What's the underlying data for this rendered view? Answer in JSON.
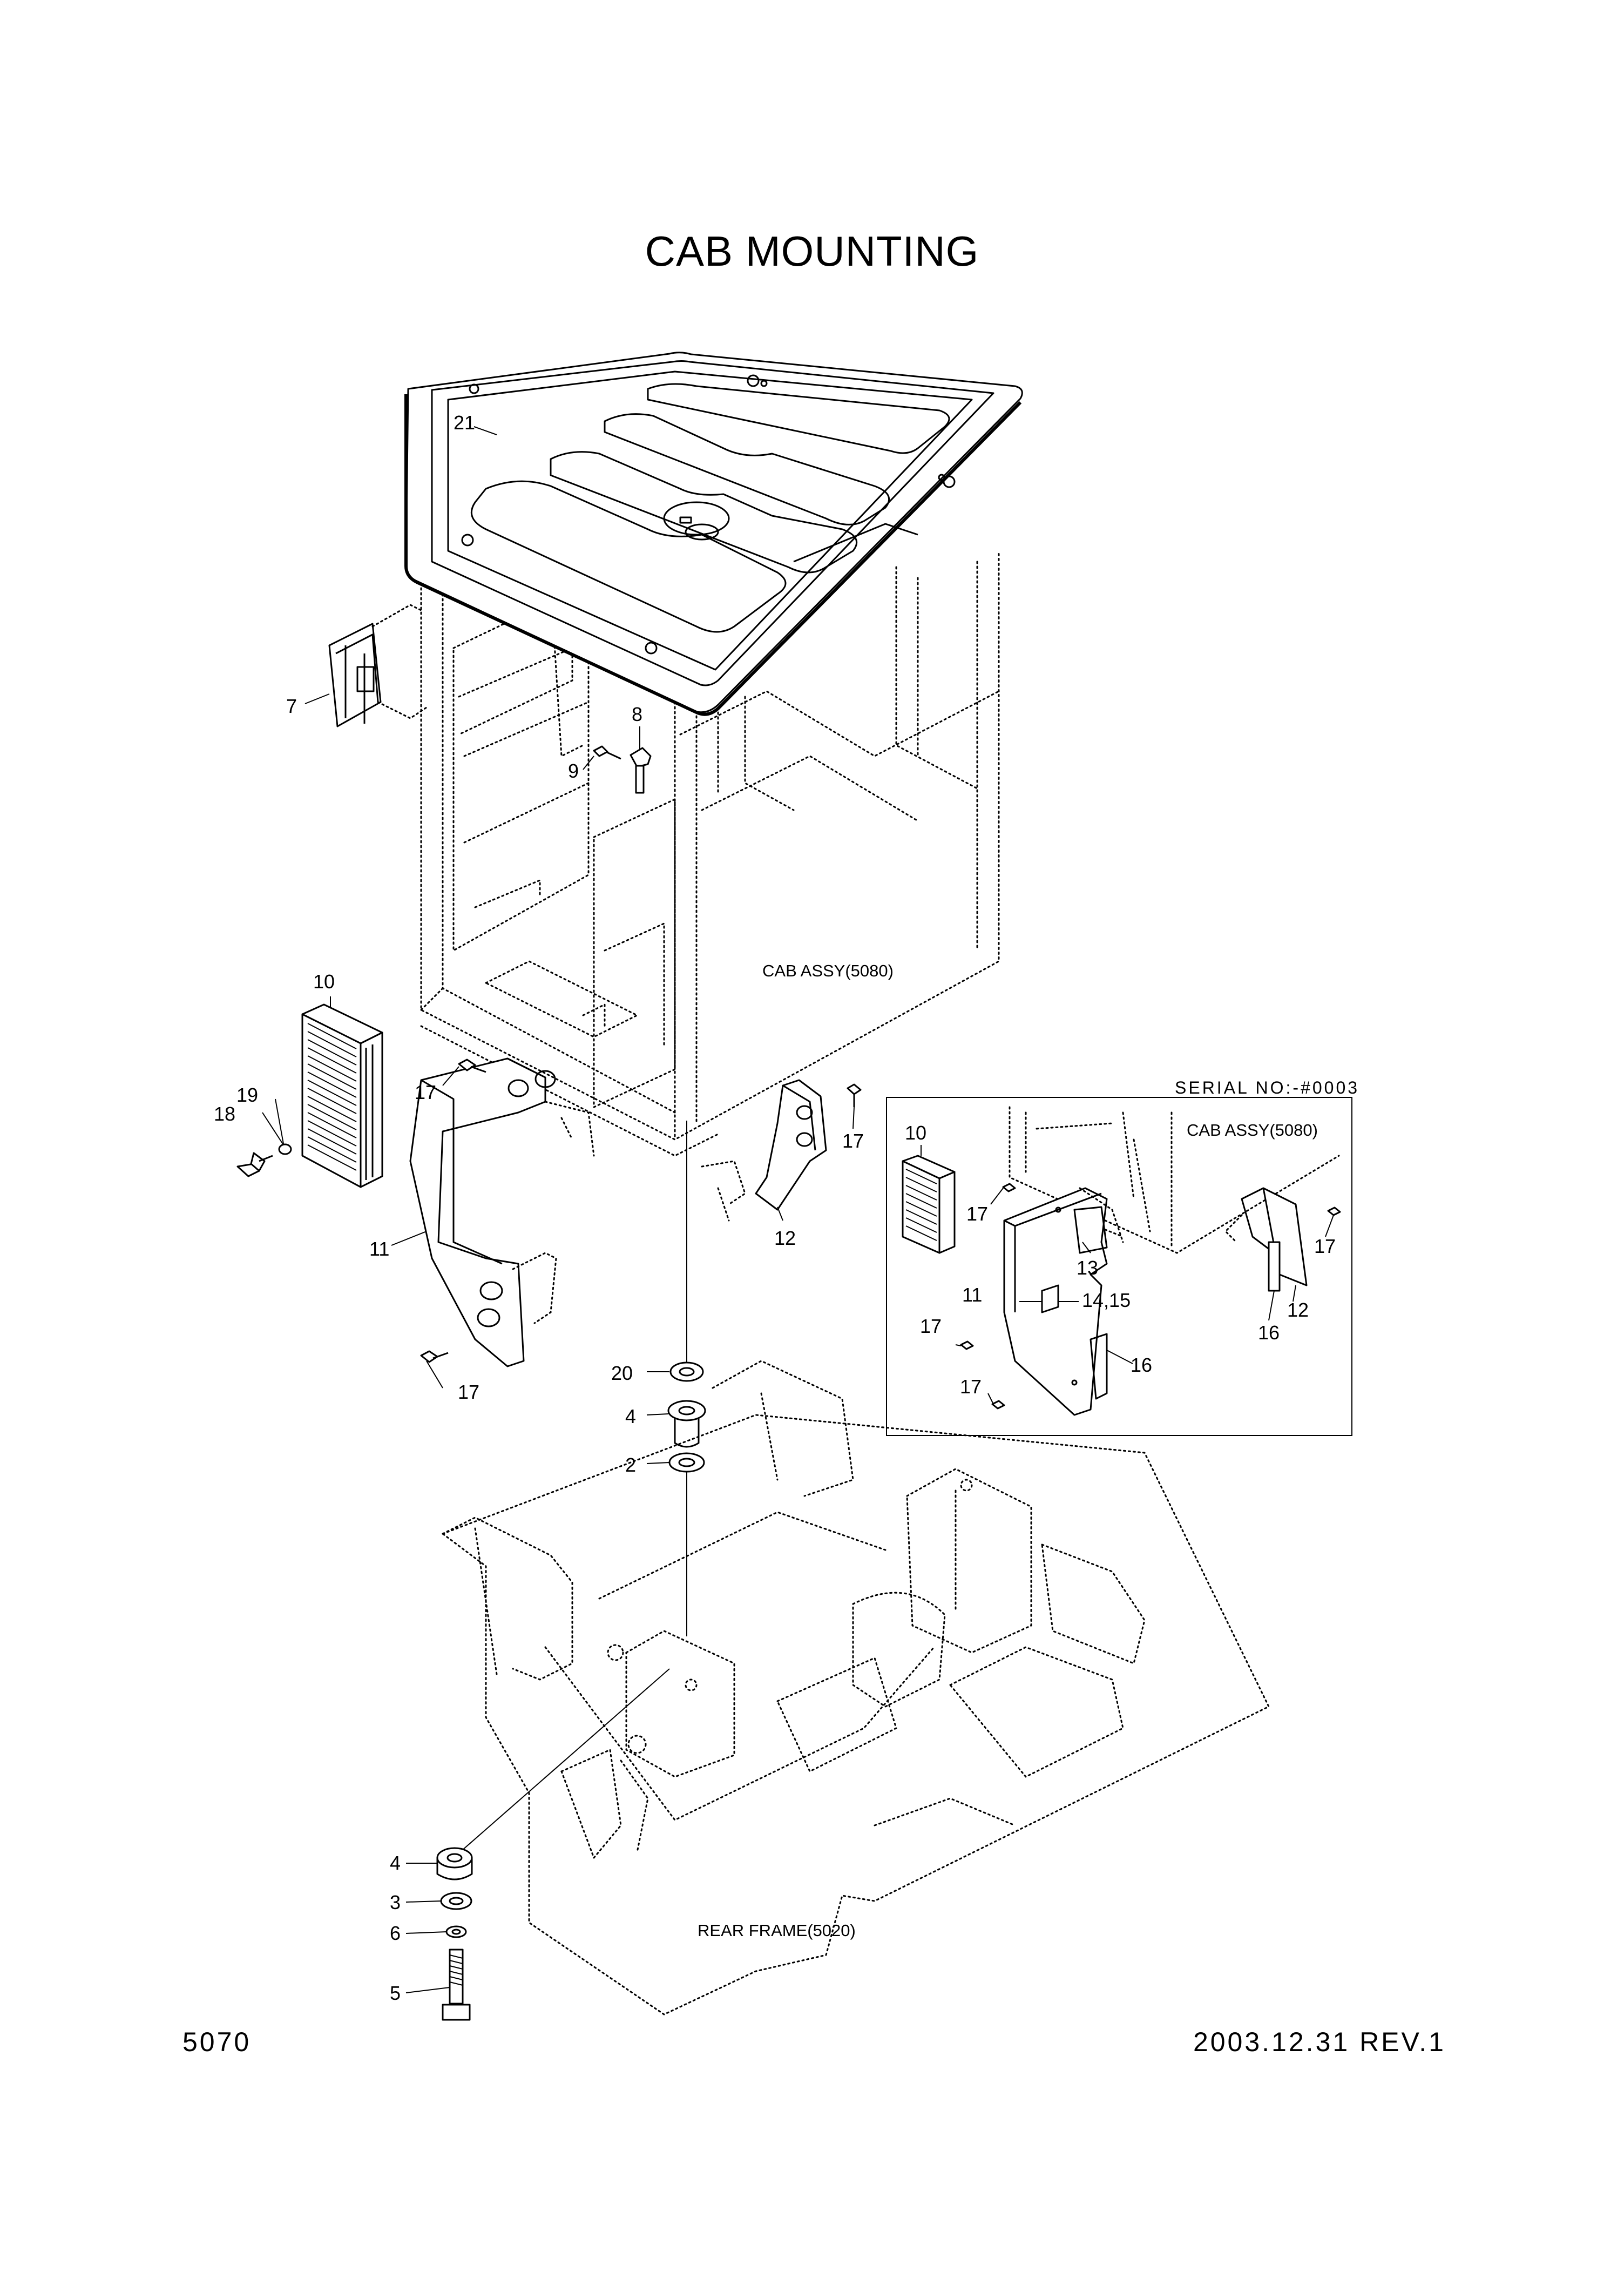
{
  "title": "CAB MOUNTING",
  "page_number": "5070",
  "revision": "2003.12.31  REV.1",
  "serial_note": "SERIAL NO:-#0003",
  "assembly_labels": {
    "cab_main": "CAB ASSY(5080)",
    "cab_inset": "CAB ASSY(5080)",
    "rear_frame": "REAR FRAME(5020)"
  },
  "callouts": {
    "c21": "21",
    "c7": "7",
    "c8": "8",
    "c9": "9",
    "c10": "10",
    "c19": "19",
    "c18": "18",
    "c17a": "17",
    "c17b": "17",
    "c11": "11",
    "c17c": "17",
    "c12": "12",
    "c20": "20",
    "c4a": "4",
    "c2": "2",
    "c4b": "4",
    "c3": "3",
    "c6": "6",
    "c5": "5",
    "i10": "10",
    "i17a": "17",
    "i13": "13",
    "i11": "11",
    "i1415": "14,15",
    "i17b": "17",
    "i16a": "16",
    "i17c": "17",
    "i17d": "17",
    "i16b": "16",
    "i12": "12"
  }
}
